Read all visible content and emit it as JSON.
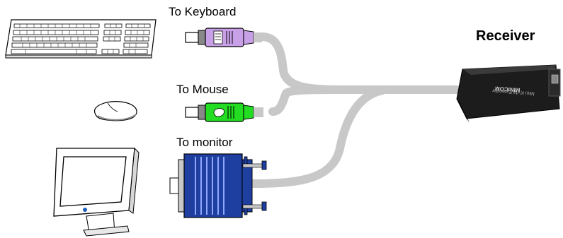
{
  "labels": {
    "keyboard": "To Keyboard",
    "mouse": "To Mouse",
    "monitor": "To monitor",
    "receiver": "Receiver"
  },
  "device_brand": "MINICOM",
  "device_subtitle": "Mini KVM Extender",
  "icons": [
    "keyboard-icon",
    "mouse-icon",
    "monitor-icon",
    "ps2-connector-icon",
    "vga-connector-icon",
    "receiver-device-icon"
  ],
  "colors": {
    "keyboard_connector": "#c8a0e8",
    "mouse_connector": "#22dd22",
    "vga_connector": "#1f3fa0",
    "cable": "#c8c8c8",
    "receiver_body": "#1c1c1c"
  }
}
